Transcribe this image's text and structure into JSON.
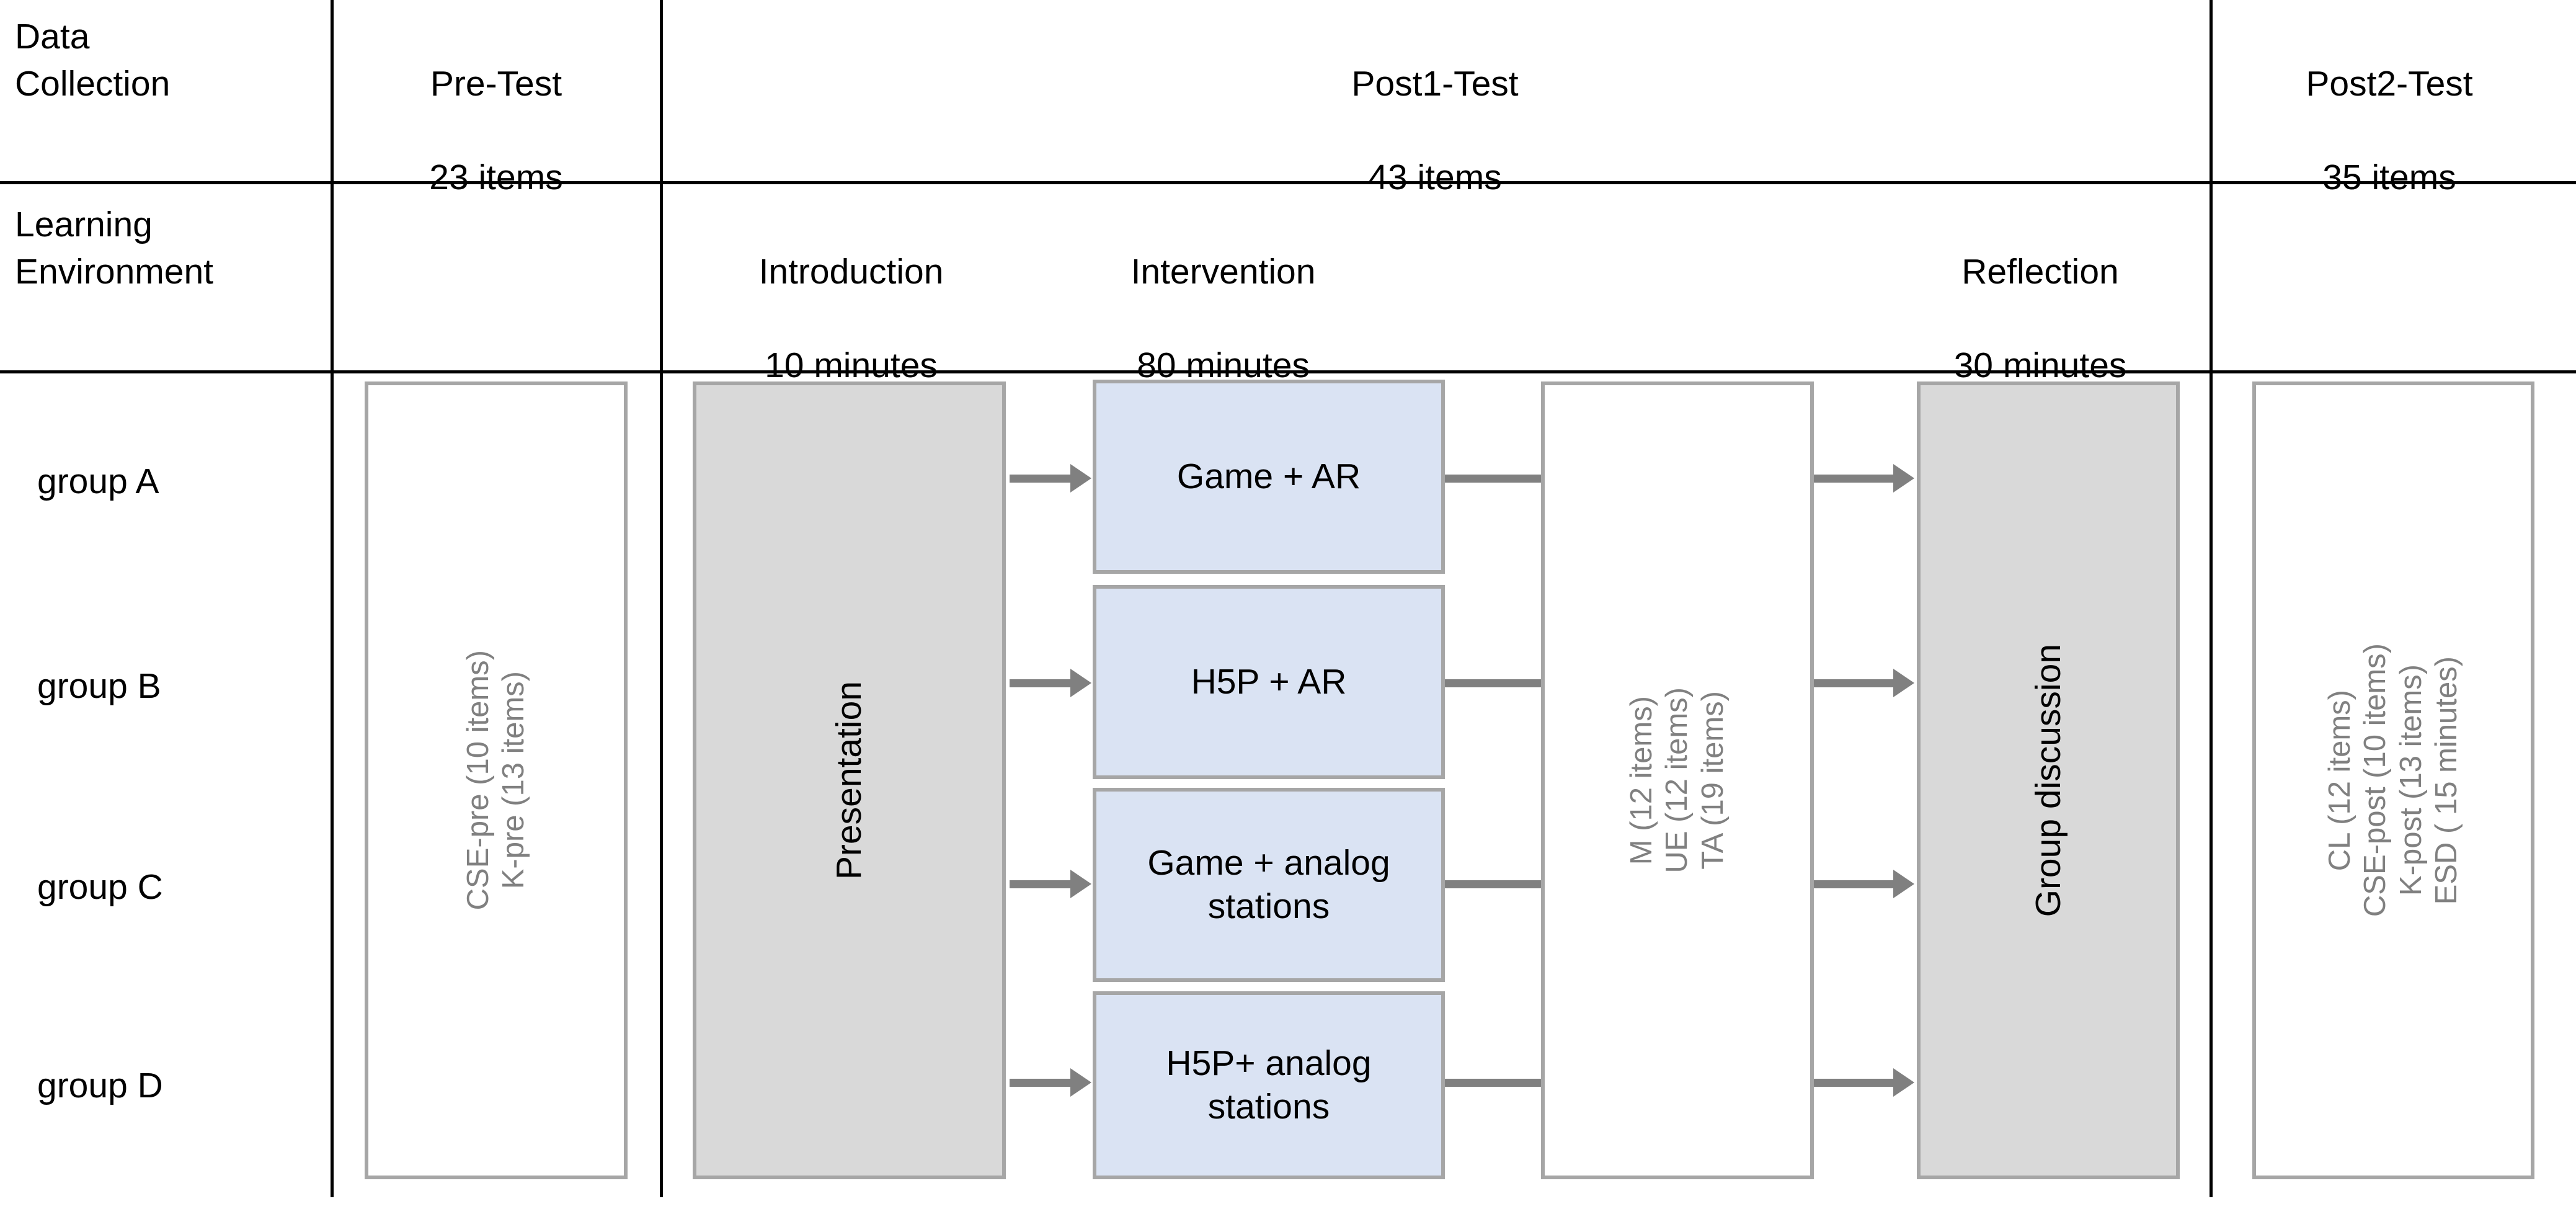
{
  "diagram": {
    "title": "Study design overview",
    "colors": {
      "blue_box": "#dae3f3",
      "grey_box": "#d9d9d9",
      "white_box": "#ffffff",
      "box_border": "#a6a6a6",
      "arrow": "#808080",
      "grey_text": "#808080",
      "rule": "#000000"
    },
    "row_headers": [
      {
        "label": "Data\nCollection"
      },
      {
        "label": "Learning\nEnvironment"
      }
    ],
    "data_collection": {
      "pre_test": {
        "title": "Pre-Test",
        "subtitle": "23 items"
      },
      "post1_test": {
        "title": "Post1-Test",
        "subtitle": "43 items"
      },
      "post2_test": {
        "title": "Post2-Test",
        "subtitle": "35 items"
      }
    },
    "learning_environment": {
      "introduction": {
        "title": "Introduction",
        "subtitle": "10 minutes"
      },
      "intervention": {
        "title": "Intervention",
        "subtitle": "80 minutes"
      },
      "reflection": {
        "title": "Reflection",
        "subtitle": "30 minutes"
      }
    },
    "groups": [
      {
        "label": "group A"
      },
      {
        "label": "group B"
      },
      {
        "label": "group C"
      },
      {
        "label": "group D"
      }
    ],
    "pre_test_box": {
      "measures": [
        "CSE-pre (10 items)",
        "K-pre (13 items)"
      ]
    },
    "introduction_box": {
      "label": "Presentation"
    },
    "intervention_boxes": [
      {
        "label": "Game + AR"
      },
      {
        "label": "H5P + AR"
      },
      {
        "label": "Game + analog\nstations"
      },
      {
        "label": "H5P+ analog\nstations"
      }
    ],
    "post1_test_box": {
      "measures": [
        "M (12 items)",
        "UE (12 items)",
        "TA (19 items)"
      ]
    },
    "reflection_box": {
      "label": "Group discussion"
    },
    "post2_test_box": {
      "measures": [
        "CL (12 items)",
        "CSE-post (10 items)",
        "K-post (13 items)",
        "ESD ( 15 minutes)"
      ]
    }
  }
}
